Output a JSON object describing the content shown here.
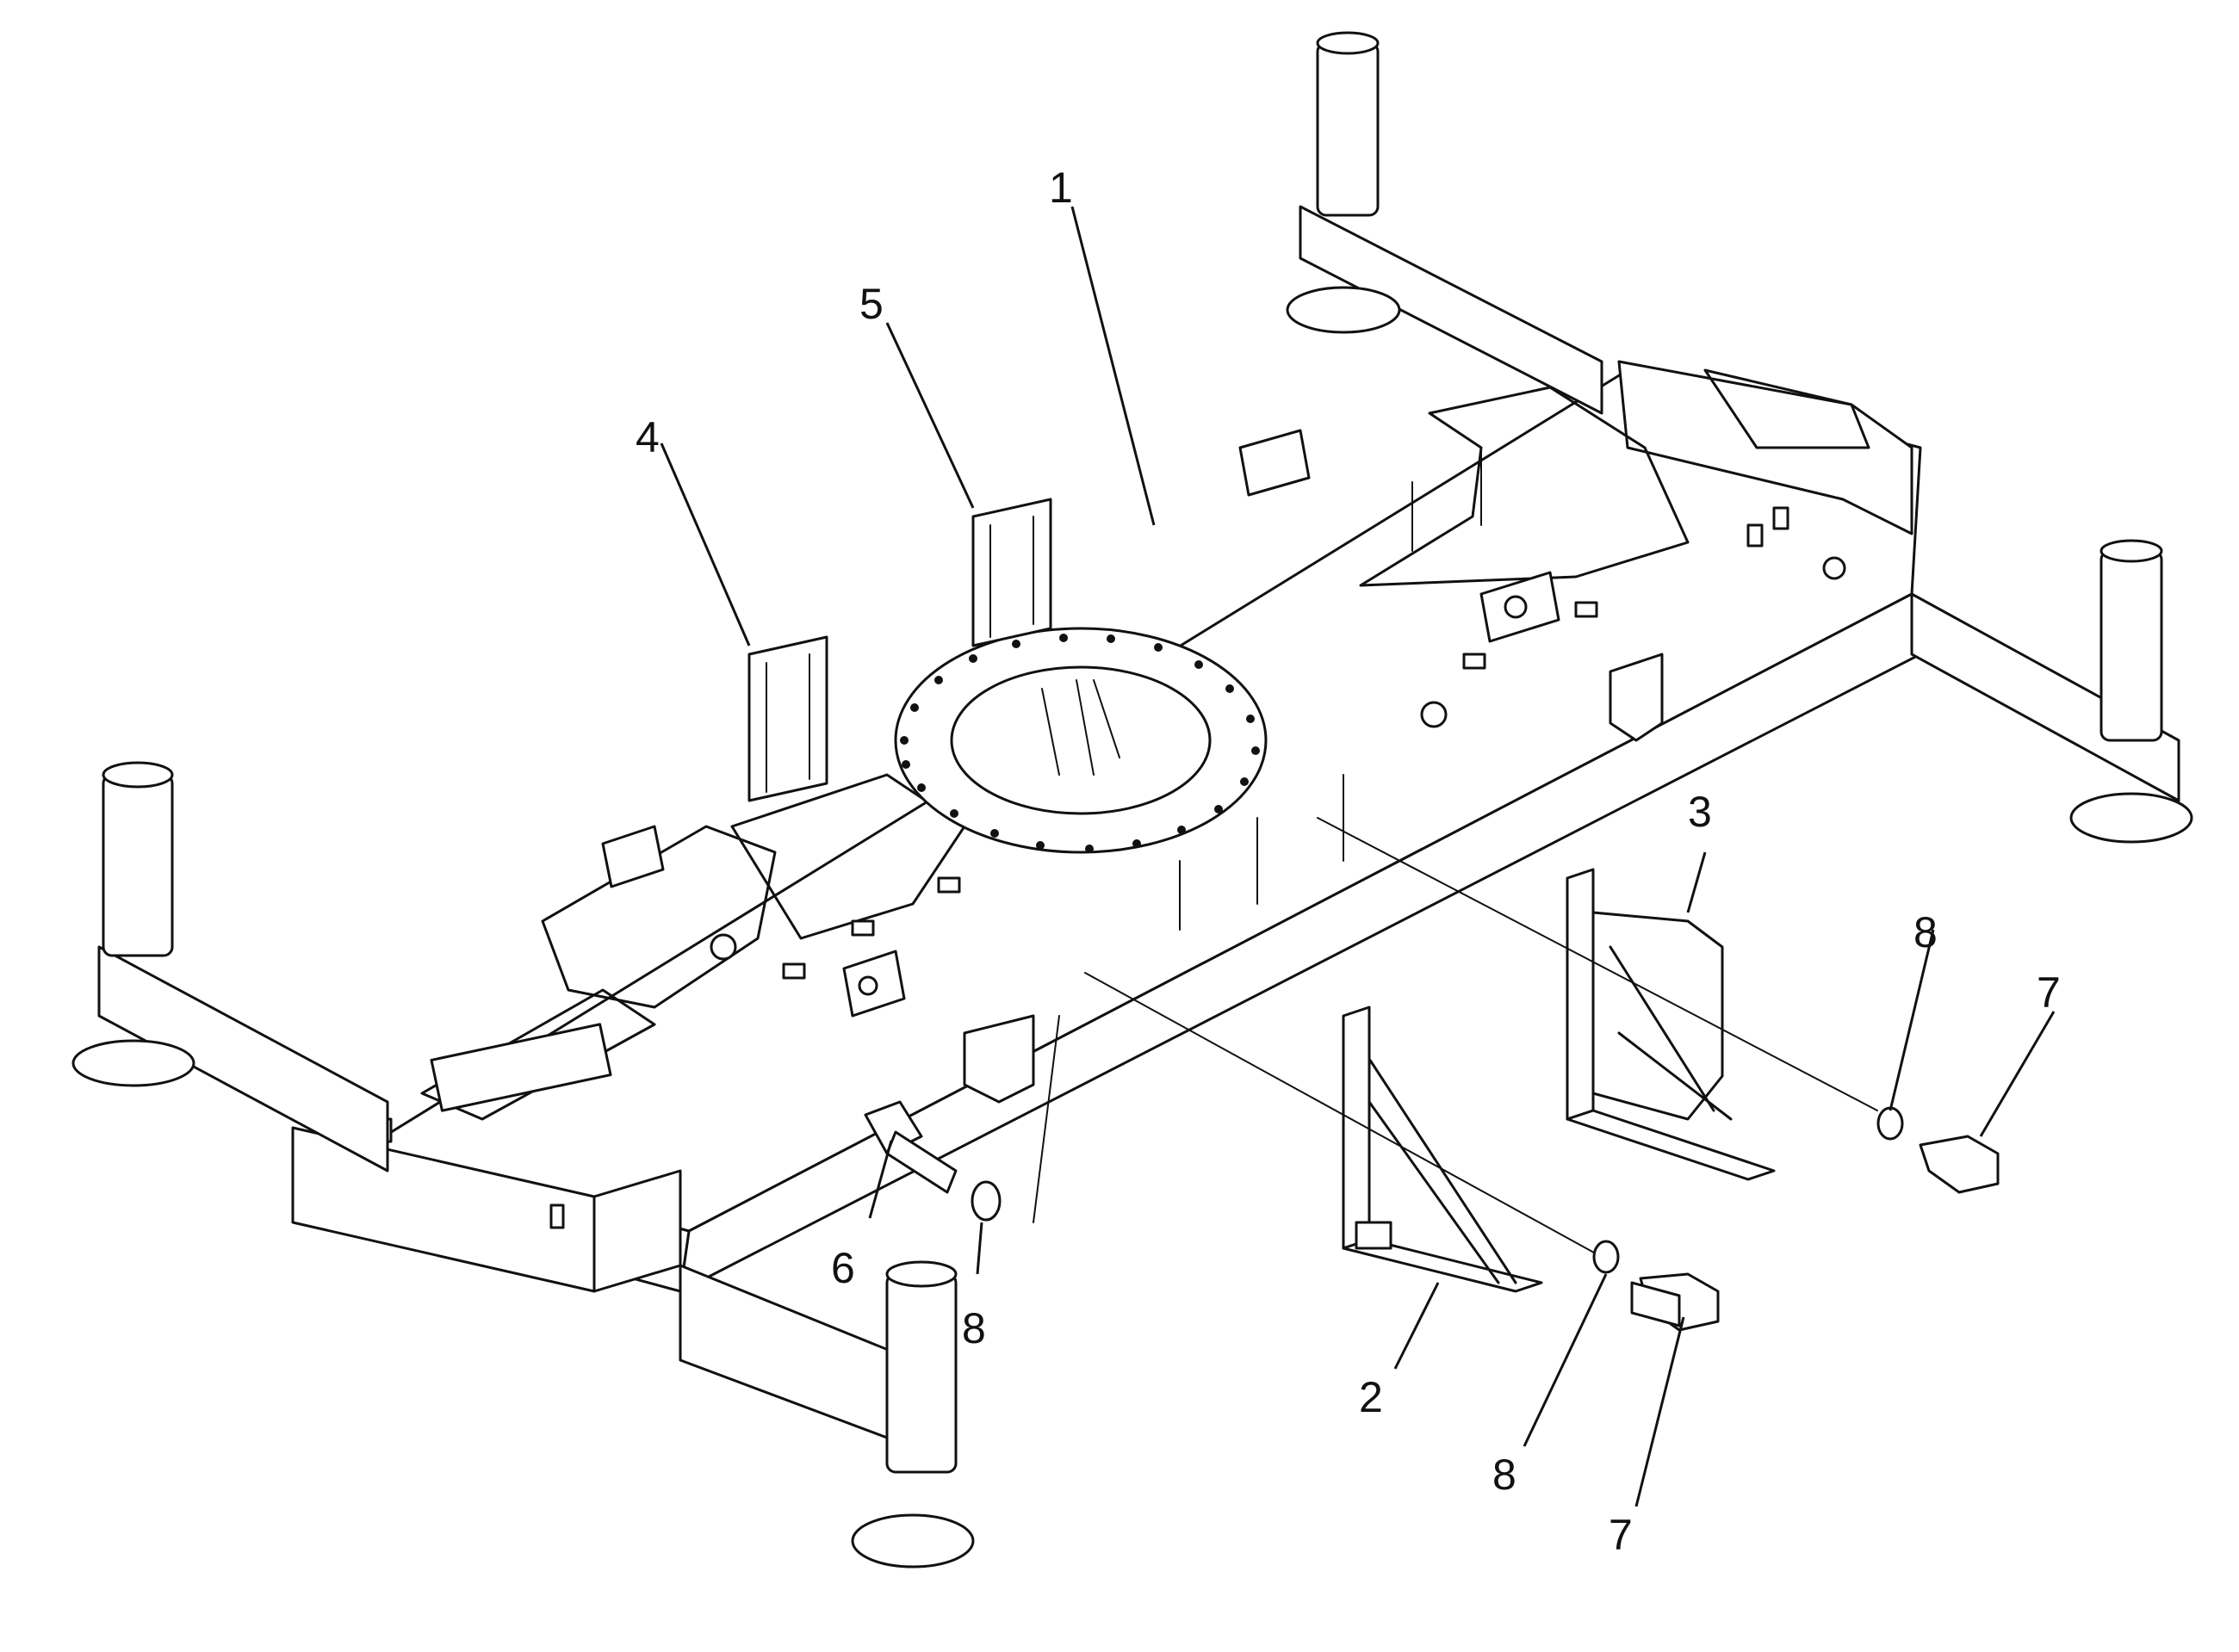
{
  "callouts": [
    {
      "id": "c1",
      "label": "1"
    },
    {
      "id": "c2",
      "label": "2"
    },
    {
      "id": "c3",
      "label": "3"
    },
    {
      "id": "c4",
      "label": "4"
    },
    {
      "id": "c5",
      "label": "5"
    },
    {
      "id": "c6",
      "label": "6"
    },
    {
      "id": "c7a",
      "label": "7"
    },
    {
      "id": "c7b",
      "label": "7"
    },
    {
      "id": "c8a",
      "label": "8"
    },
    {
      "id": "c8b",
      "label": "8"
    },
    {
      "id": "c8c",
      "label": "8"
    }
  ]
}
